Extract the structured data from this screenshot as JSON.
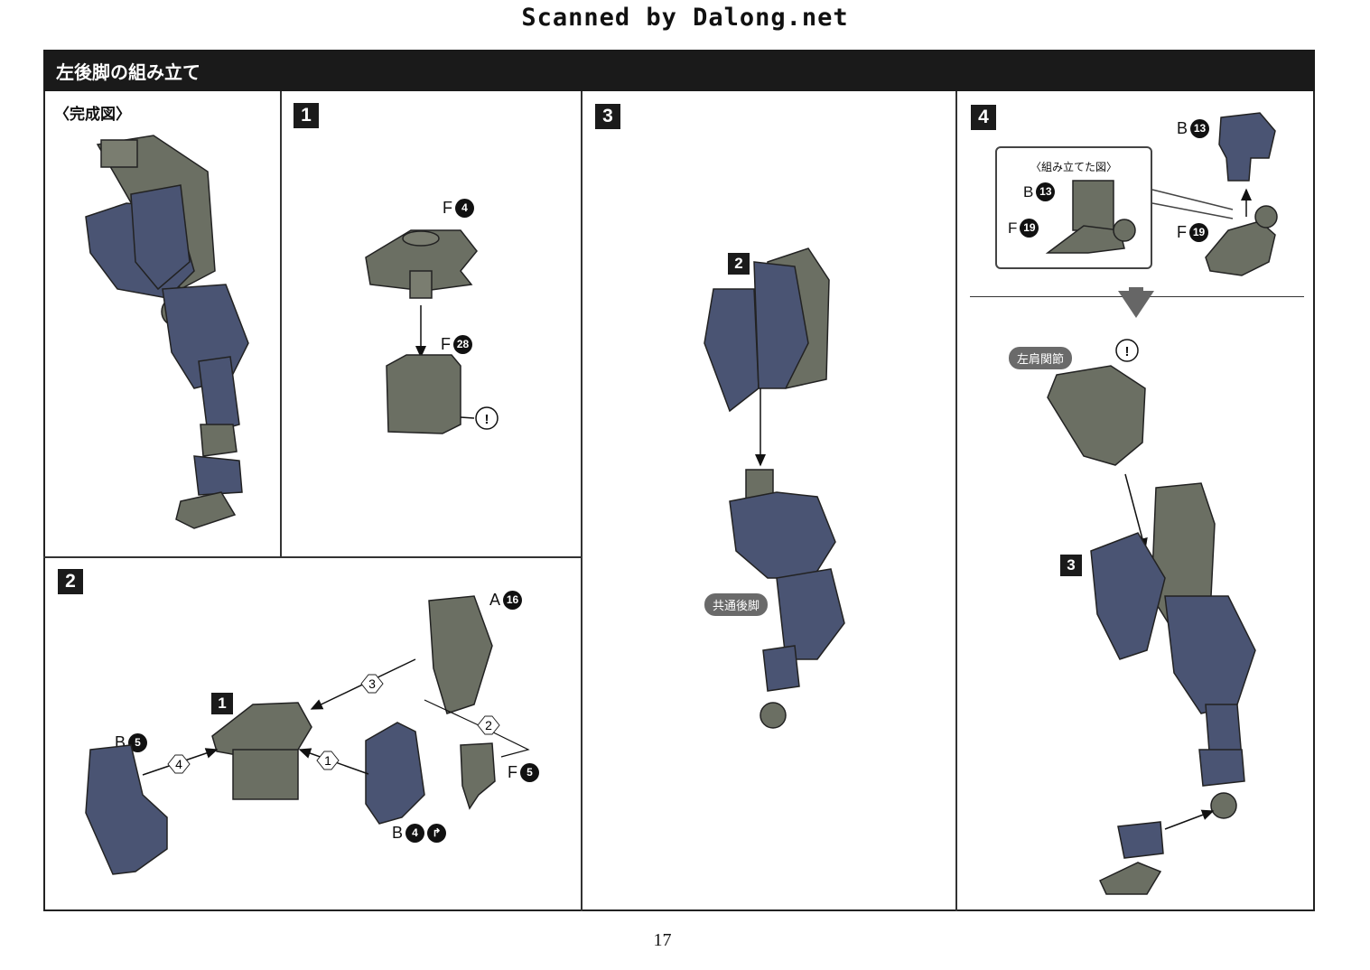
{
  "header": {
    "scanned_by": "Scanned by Dalong.net"
  },
  "section": {
    "title": "左後脚の組み立て"
  },
  "completed_view": {
    "label": "〈完成図〉"
  },
  "steps": {
    "s1": {
      "number": "1",
      "parts": [
        {
          "letter": "F",
          "num": "4"
        },
        {
          "letter": "F",
          "num": "28"
        }
      ]
    },
    "s2": {
      "number": "2",
      "sub_ref": "1",
      "parts": [
        {
          "letter": "A",
          "num": "16"
        },
        {
          "letter": "B",
          "num": "5"
        },
        {
          "letter": "F",
          "num": "5"
        },
        {
          "letter": "B",
          "num": "4"
        }
      ],
      "order": [
        "1",
        "2",
        "3",
        "4"
      ]
    },
    "s3": {
      "number": "3",
      "sub_ref": "2",
      "common_label": "共通後脚"
    },
    "s4": {
      "number": "4",
      "assembled_title": "〈組み立てた図〉",
      "parts": [
        {
          "letter": "B",
          "num": "13"
        },
        {
          "letter": "F",
          "num": "19"
        }
      ],
      "joint_label": "左肩関節",
      "sub_ref": "3"
    }
  },
  "caution_icon": "!",
  "page_number": "17",
  "colors": {
    "navy": "#4a5473",
    "gray": "#6b6f63",
    "dark": "#1a1a1a"
  }
}
